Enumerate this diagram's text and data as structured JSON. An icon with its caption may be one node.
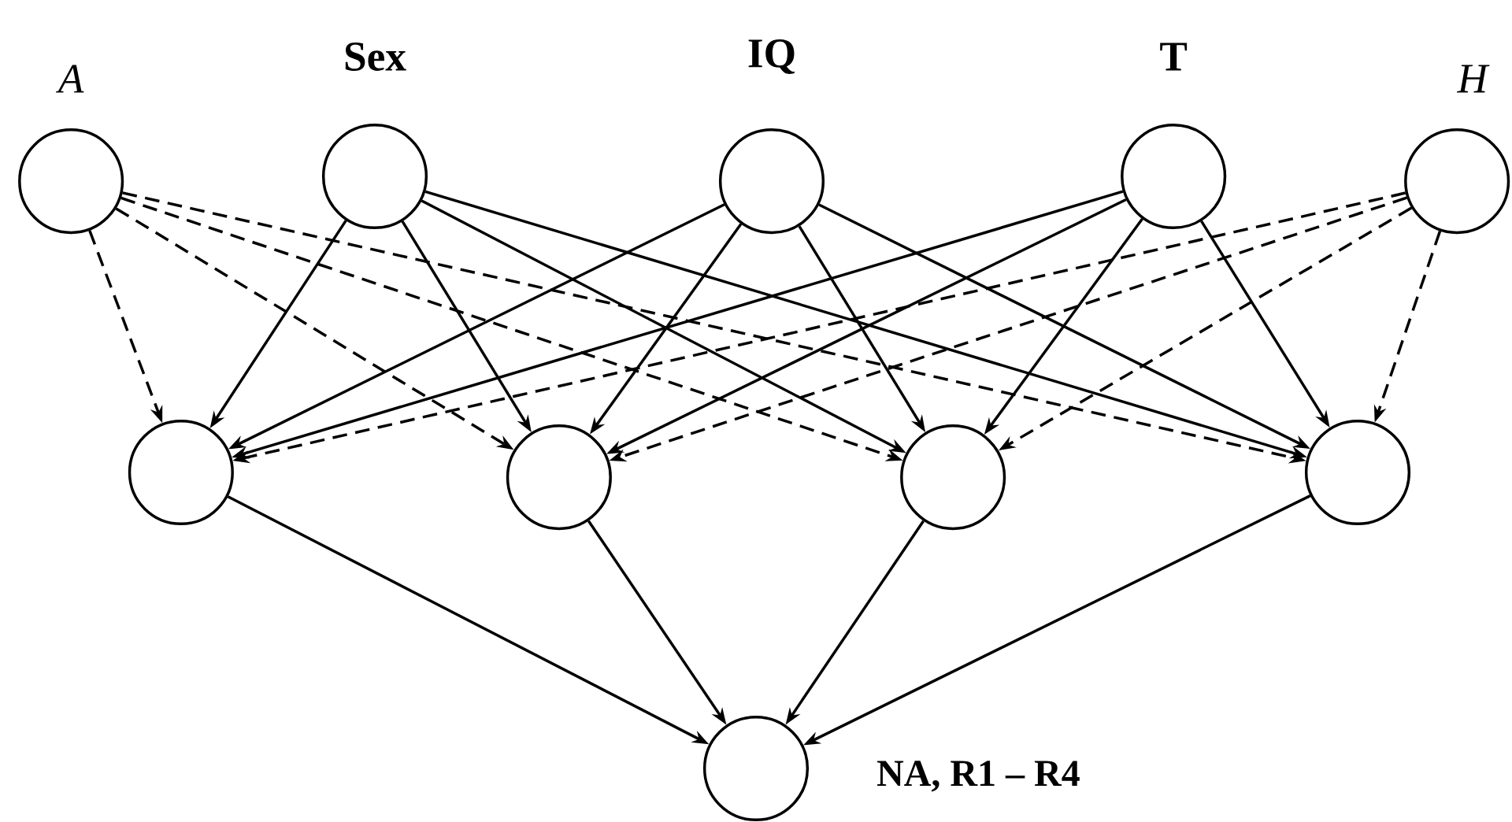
{
  "diagram": {
    "nodes": [
      {
        "text": [
          "A"
        ]
      },
      {
        "text": [
          "Sex"
        ]
      },
      {
        "text": [
          "IQ"
        ]
      },
      {
        "text": [
          "T"
        ]
      },
      {
        "text": [
          "H"
        ]
      },
      {
        "text": [],
        "shape": "circle"
      },
      {
        "text": [],
        "shape": "circle"
      },
      {
        "text": [],
        "shape": "circle"
      },
      {
        "text": [],
        "shape": "circle"
      },
      {
        "text": [],
        "shape": "circle",
        "beside": [
          "NA, R1 – R4"
        ]
      }
    ],
    "edges": [
      {
        "from": 0,
        "to": 5,
        "arrow": "to",
        "style": "dashed"
      },
      {
        "from": 0,
        "to": 6,
        "arrow": "to",
        "style": "dashed"
      },
      {
        "from": 0,
        "to": 7,
        "arrow": "to",
        "style": "dashed"
      },
      {
        "from": 0,
        "to": 8,
        "arrow": "to",
        "style": "dashed"
      },
      {
        "from": 1,
        "to": 5,
        "arrow": "to"
      },
      {
        "from": 1,
        "to": 6,
        "arrow": "to"
      },
      {
        "from": 1,
        "to": 7,
        "arrow": "to"
      },
      {
        "from": 1,
        "to": 8,
        "arrow": "to"
      },
      {
        "from": 2,
        "to": 5,
        "arrow": "to"
      },
      {
        "from": 2,
        "to": 6,
        "arrow": "to"
      },
      {
        "from": 2,
        "to": 7,
        "arrow": "to"
      },
      {
        "from": 2,
        "to": 8,
        "arrow": "to"
      },
      {
        "from": 3,
        "to": 5,
        "arrow": "to"
      },
      {
        "from": 3,
        "to": 6,
        "arrow": "to"
      },
      {
        "from": 3,
        "to": 7,
        "arrow": "to"
      },
      {
        "from": 3,
        "to": 8,
        "arrow": "to"
      },
      {
        "from": 4,
        "to": 5,
        "arrow": "to",
        "style": "dashed"
      },
      {
        "from": 4,
        "to": 6,
        "arrow": "to",
        "style": "dashed"
      },
      {
        "from": 4,
        "to": 7,
        "arrow": "to",
        "style": "dashed"
      },
      {
        "from": 4,
        "to": 8,
        "arrow": "to",
        "style": "dashed"
      },
      {
        "from": 5,
        "to": 9,
        "arrow": "to"
      },
      {
        "from": 6,
        "to": 9,
        "arrow": "to"
      },
      {
        "from": 7,
        "to": 9,
        "arrow": "to"
      },
      {
        "from": 8,
        "to": 9,
        "arrow": "to"
      }
    ]
  }
}
